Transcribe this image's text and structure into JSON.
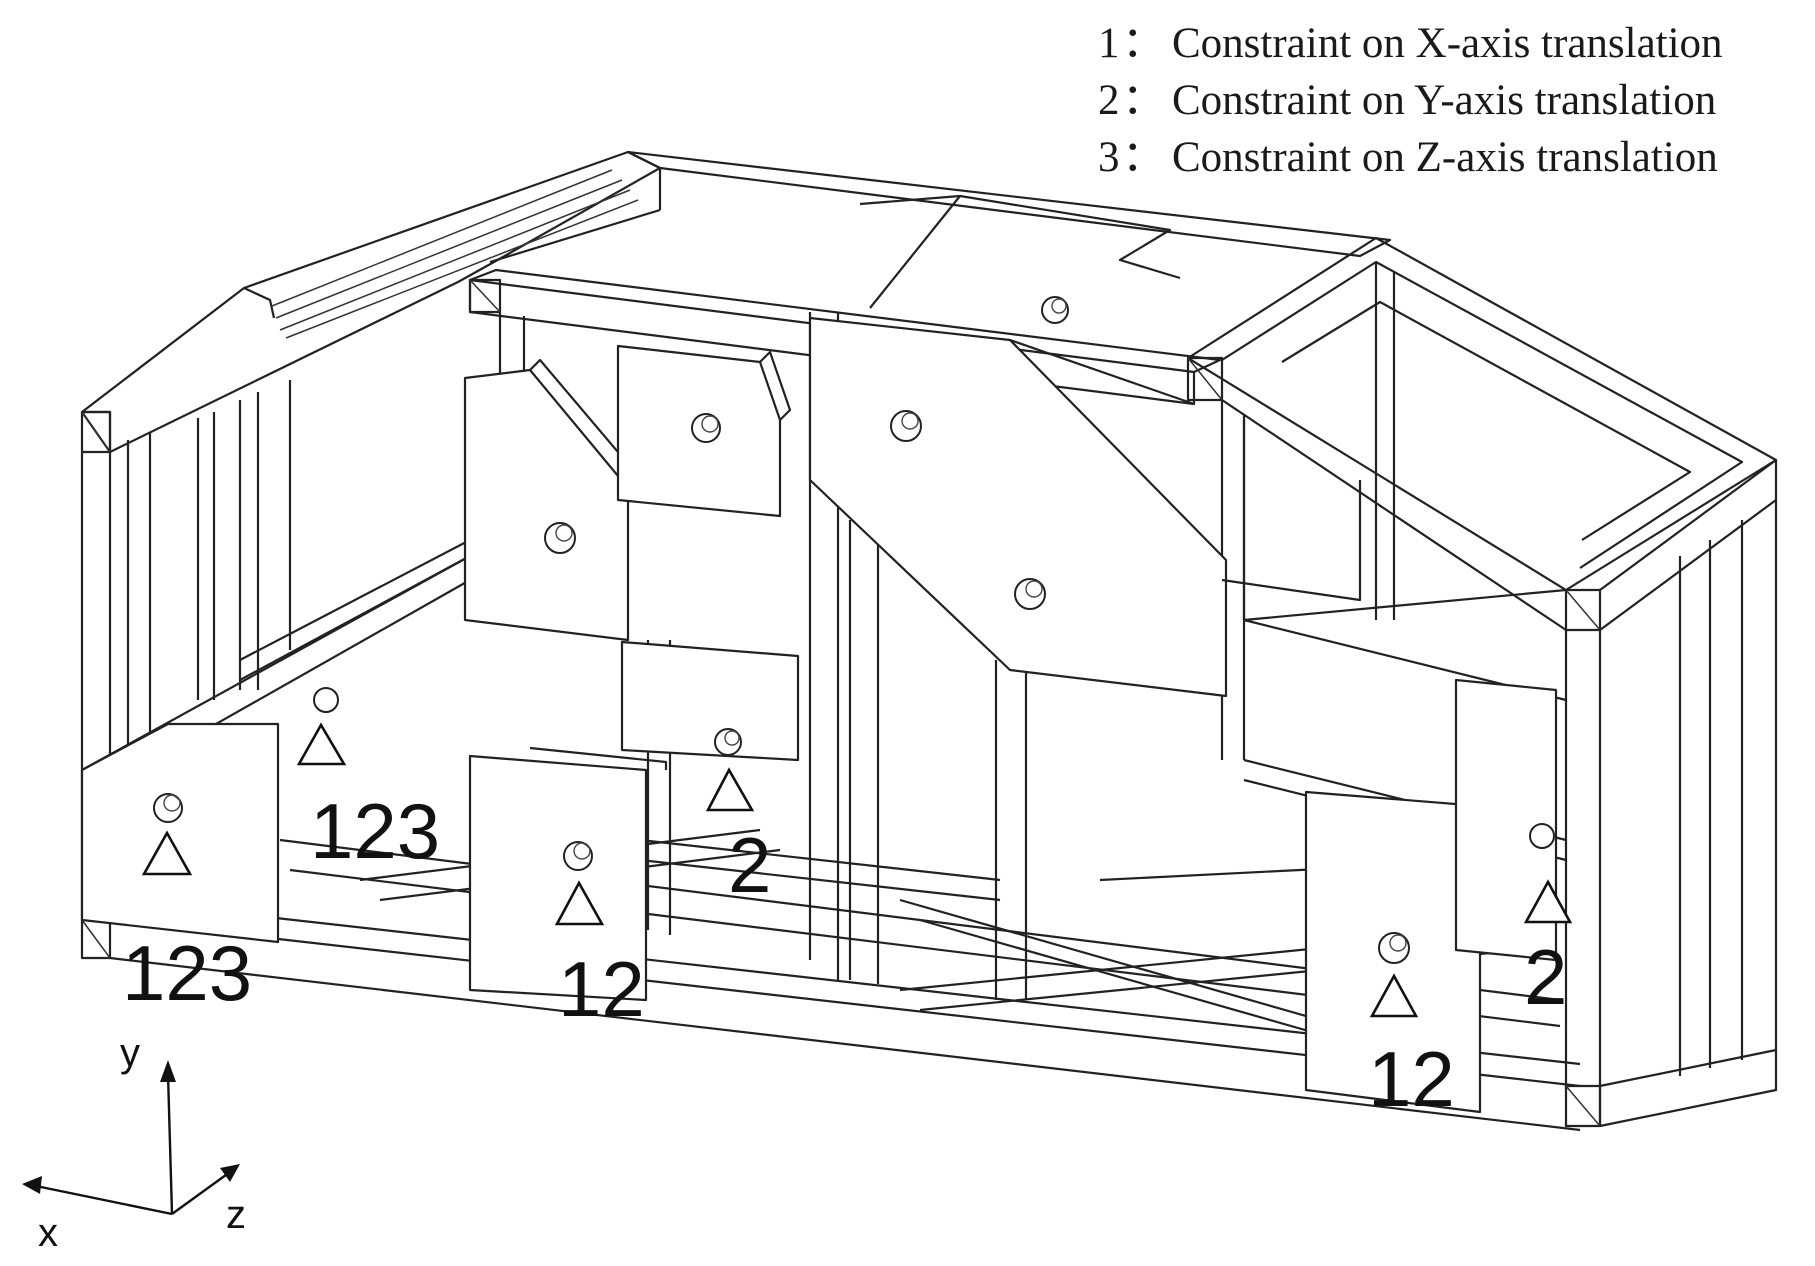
{
  "legend": {
    "items": [
      {
        "number": "1",
        "text": "Constraint on X-axis translation"
      },
      {
        "number": "2",
        "text": "Constraint on Y-axis translation"
      },
      {
        "number": "3",
        "text": "Constraint on Z-axis translation"
      }
    ],
    "separator": "："
  },
  "constraint_labels": [
    "123",
    "123",
    "12",
    "2",
    "12",
    "2"
  ],
  "axes": {
    "x": "x",
    "y": "y",
    "z": "z"
  }
}
